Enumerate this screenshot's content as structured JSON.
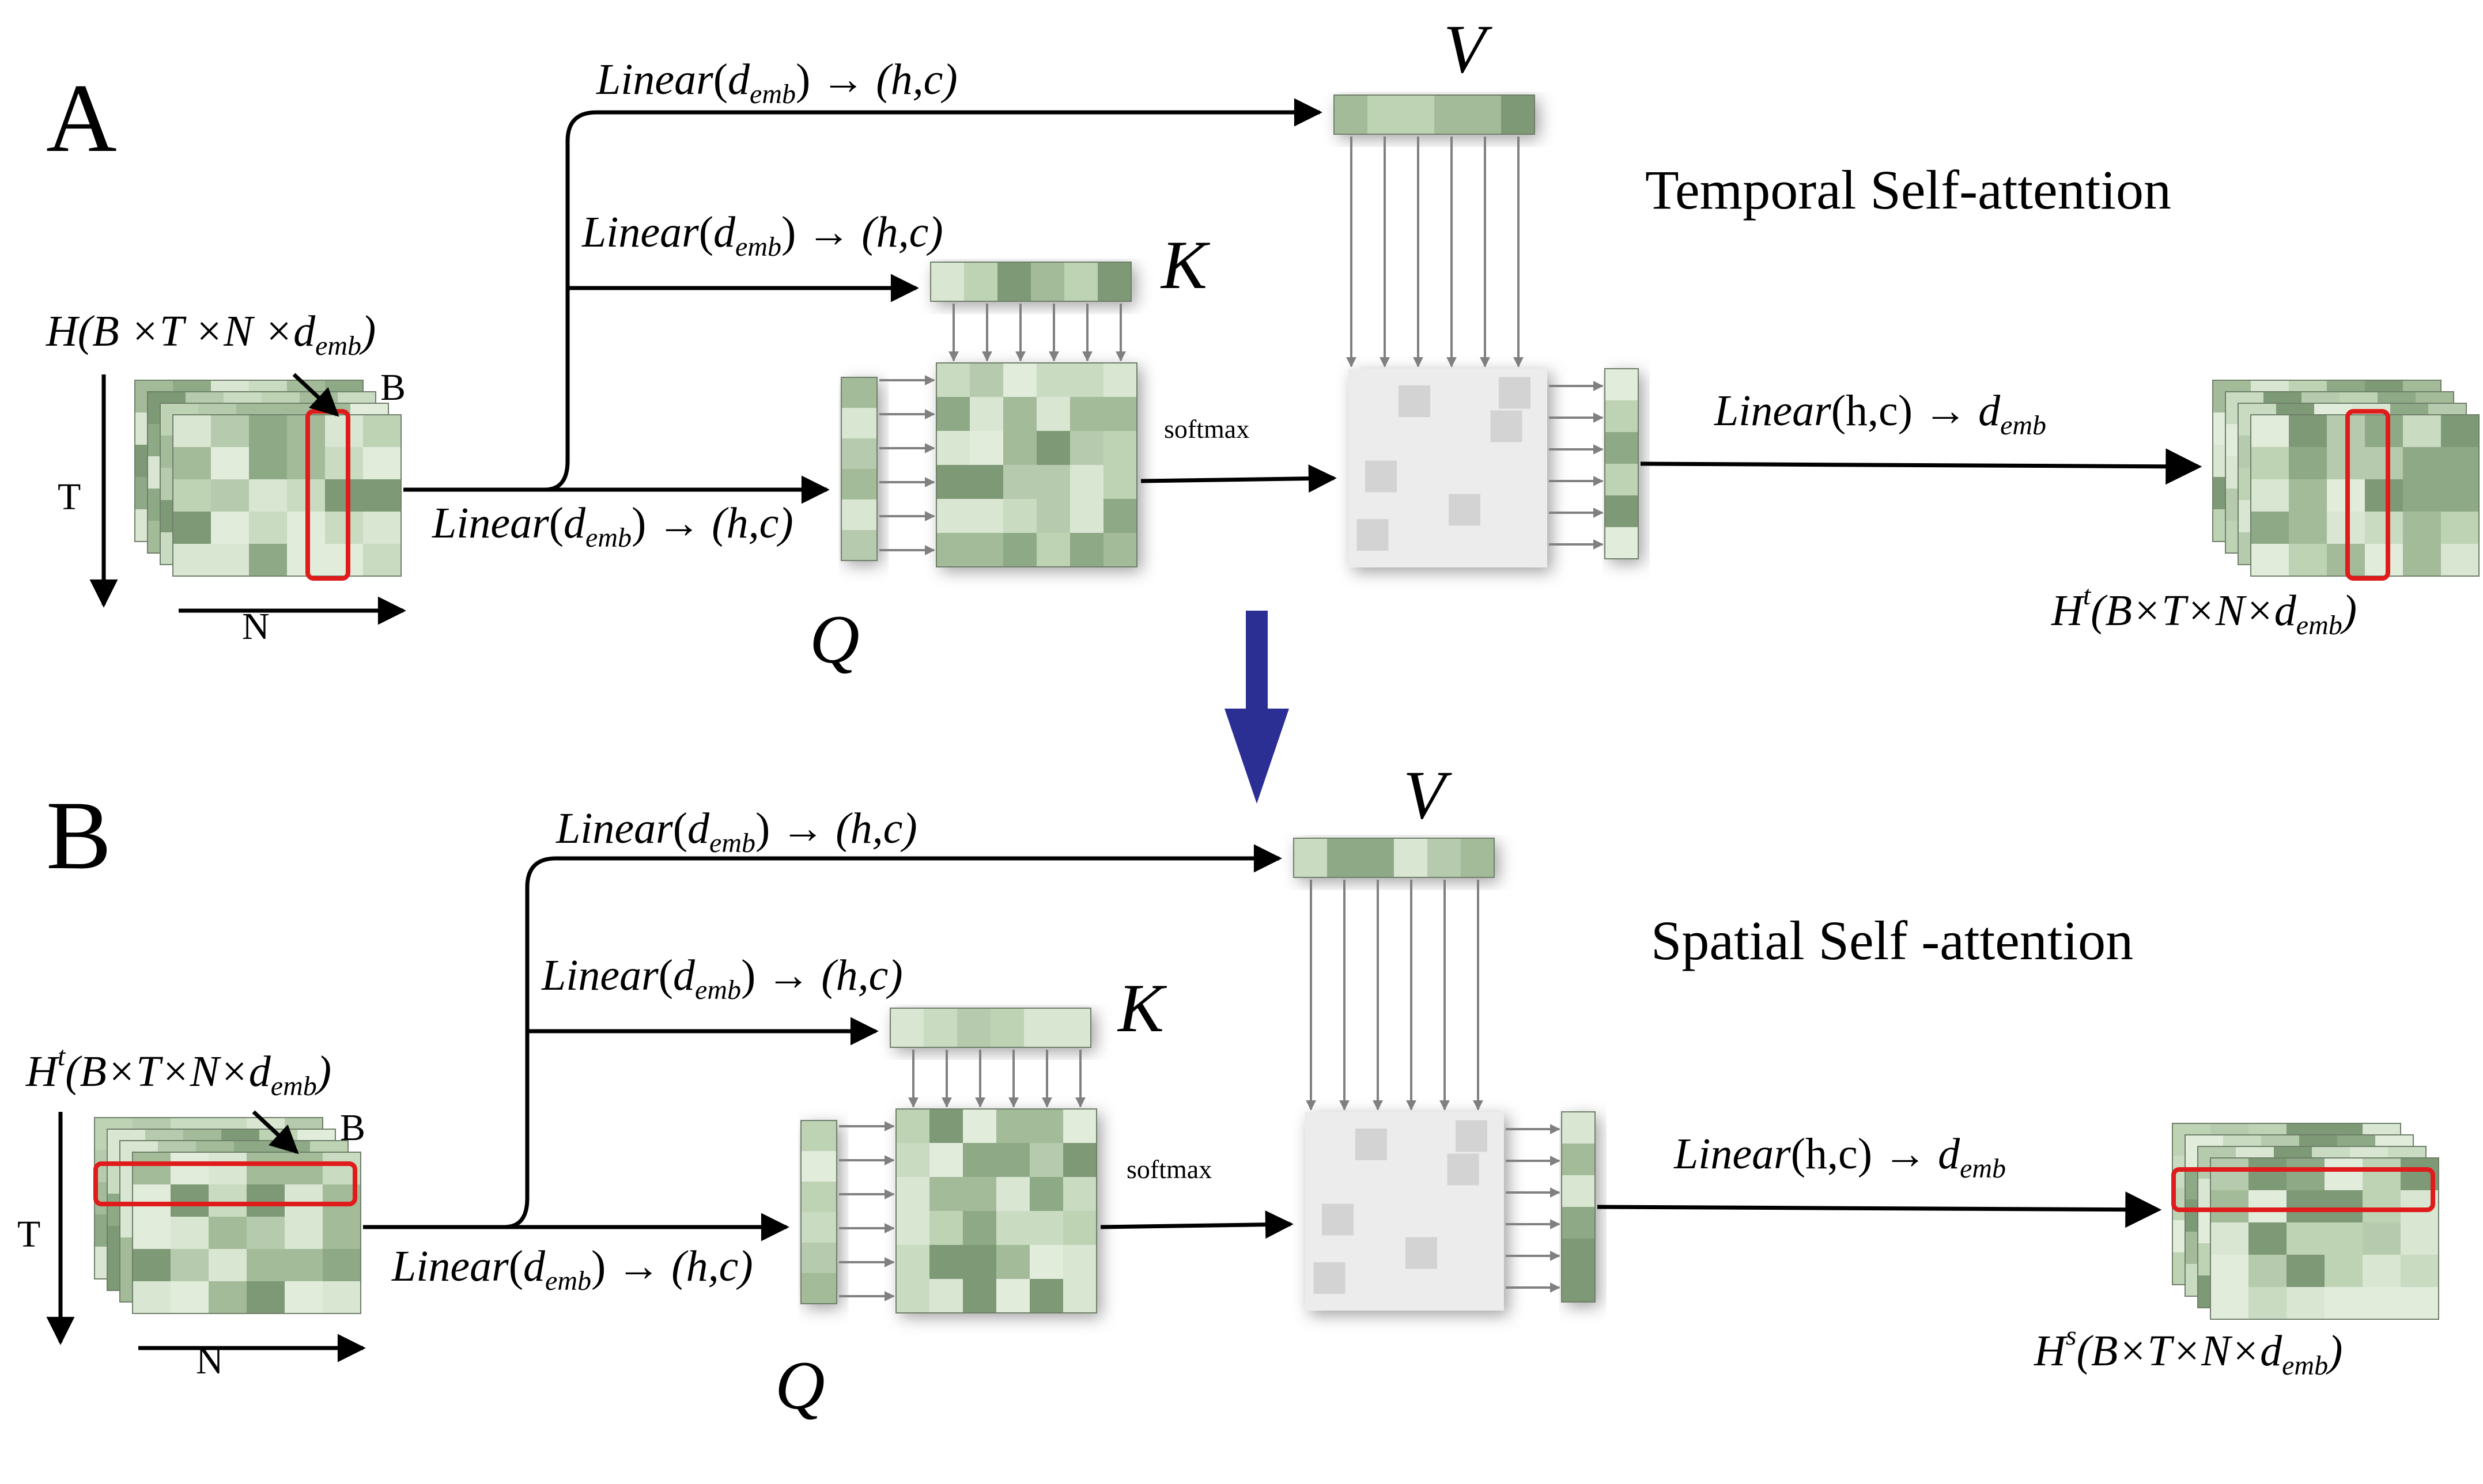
{
  "sections": [
    {
      "letter": "A",
      "title": "Temporal Self-attention",
      "input": {
        "symbol": "H",
        "sup": "",
        "dims": "(B ×T ×N ×",
        "sub_var": "d",
        "sub": "emb",
        "close": ")"
      },
      "output": {
        "symbol": "H",
        "sup": "t",
        "dims": "(B×T×N×",
        "sub_var": "d",
        "sub": "emb",
        "close": ")"
      },
      "axis_t": "T",
      "axis_n": "N",
      "axis_b": "B",
      "q_label": "Q",
      "k_label": "K",
      "v_label": "V",
      "softmax_label": "softmax",
      "lin_in_fn": "Linear",
      "lin_in_arg_var": "d",
      "lin_in_arg_sub": "emb",
      "lin_in_result": "→ (h,c)",
      "lin_out_fn": "Linear",
      "lin_out_arg": "(h,c)",
      "lin_out_arrow": "→",
      "lin_out_var": "d",
      "lin_out_sub": "emb"
    },
    {
      "letter": "B",
      "title": "Spatial Self -attention",
      "input": {
        "symbol": "H",
        "sup": "t",
        "dims": "(B×T×N×",
        "sub_var": "d",
        "sub": "emb",
        "close": ")"
      },
      "output": {
        "symbol": "H",
        "sup": "s",
        "dims": "(B×T×N×",
        "sub_var": "d",
        "sub": "emb",
        "close": ")"
      },
      "axis_t": "T",
      "axis_n": "N",
      "axis_b": "B",
      "q_label": "Q",
      "k_label": "K",
      "v_label": "V",
      "softmax_label": "softmax",
      "lin_in_fn": "Linear",
      "lin_in_arg_var": "d",
      "lin_in_arg_sub": "emb",
      "lin_in_result": "→ (h,c)",
      "lin_out_fn": "Linear",
      "lin_out_arg": "(h,c)",
      "lin_out_arrow": "→",
      "lin_out_var": "d",
      "lin_out_sub": "emb"
    }
  ],
  "colors": {
    "tile_light": "#d6e4cf",
    "tile_mid": "#b3c9a9",
    "tile_dark": "#8fa886",
    "highlight_red": "#e01b1b",
    "transition_arrow": "#2b2e93",
    "attn_bg": "#ececec",
    "attn_cell": "#d3d3d3"
  }
}
